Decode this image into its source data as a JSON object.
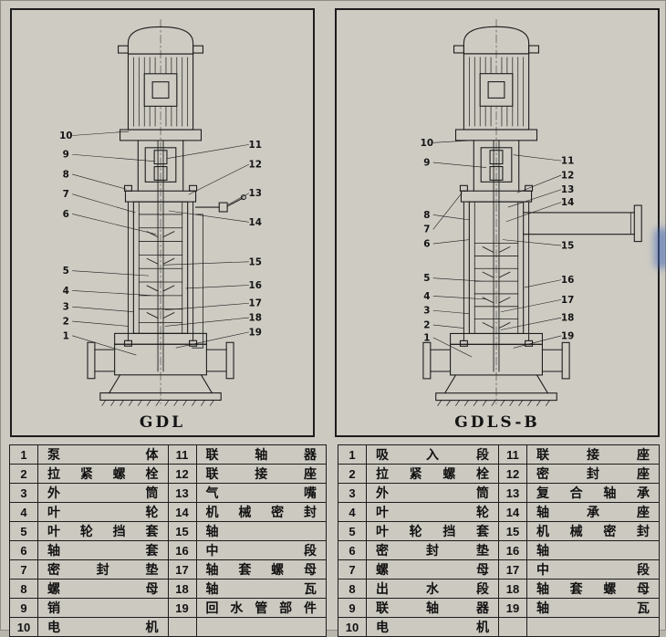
{
  "page": {
    "background": "#ccc9c1",
    "ink": "#1c1c1c"
  },
  "panels": [
    {
      "caption": "GDL",
      "callouts_left": [
        "10",
        "9",
        "8",
        "7",
        "6",
        "5",
        "4",
        "3",
        "2",
        "1"
      ],
      "callouts_right": [
        "11",
        "12",
        "13",
        "14",
        "15",
        "16",
        "17",
        "18",
        "19"
      ]
    },
    {
      "caption": "GDLS-B",
      "callouts_left": [
        "10",
        "9",
        "8",
        "7",
        "6",
        "5",
        "4",
        "3",
        "2",
        "1"
      ],
      "callouts_right": [
        "11",
        "12",
        "13",
        "14",
        "15",
        "16",
        "17",
        "18",
        "19"
      ]
    }
  ],
  "tables": [
    {
      "rows": [
        [
          "1",
          "泵 体",
          "11",
          "联 轴 器"
        ],
        [
          "2",
          "拉紧螺栓",
          "12",
          "联 接 座"
        ],
        [
          "3",
          "外 筒",
          "13",
          "气 嘴"
        ],
        [
          "4",
          "叶 轮",
          "14",
          "机械密封"
        ],
        [
          "5",
          "叶轮挡套",
          "15",
          "轴"
        ],
        [
          "6",
          "轴 套",
          "16",
          "中 段"
        ],
        [
          "7",
          "密 封 垫",
          "17",
          "轴套螺母"
        ],
        [
          "8",
          "螺 母",
          "18",
          "轴 瓦"
        ],
        [
          "9",
          "销",
          "19",
          "回水管部件"
        ],
        [
          "10",
          "电 机",
          "",
          ""
        ]
      ]
    },
    {
      "rows": [
        [
          "1",
          "吸 入 段",
          "11",
          "联 接 座"
        ],
        [
          "2",
          "拉紧螺栓",
          "12",
          "密 封 座"
        ],
        [
          "3",
          "外 筒",
          "13",
          "复合轴承"
        ],
        [
          "4",
          "叶 轮",
          "14",
          "轴 承 座"
        ],
        [
          "5",
          "叶轮挡套",
          "15",
          "机械密封"
        ],
        [
          "6",
          "密 封 垫",
          "16",
          "轴"
        ],
        [
          "7",
          "螺 母",
          "17",
          "中 段"
        ],
        [
          "8",
          "出 水 段",
          "18",
          "轴套螺母"
        ],
        [
          "9",
          "联 轴 器",
          "19",
          "轴 瓦"
        ],
        [
          "10",
          "电 机",
          "",
          ""
        ]
      ]
    }
  ]
}
